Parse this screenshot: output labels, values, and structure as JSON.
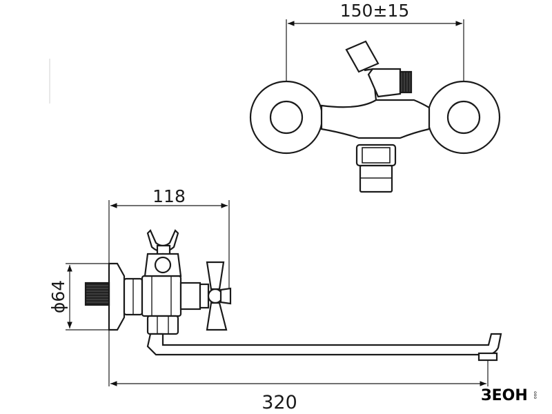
{
  "top_view": {
    "width_dim": "150±15"
  },
  "side_view": {
    "depth_dim": "118",
    "diameter_dim": "ϕ64",
    "length_dim": "320"
  },
  "logo": {
    "text": "ЗЕОН",
    "sub": "ооо"
  }
}
